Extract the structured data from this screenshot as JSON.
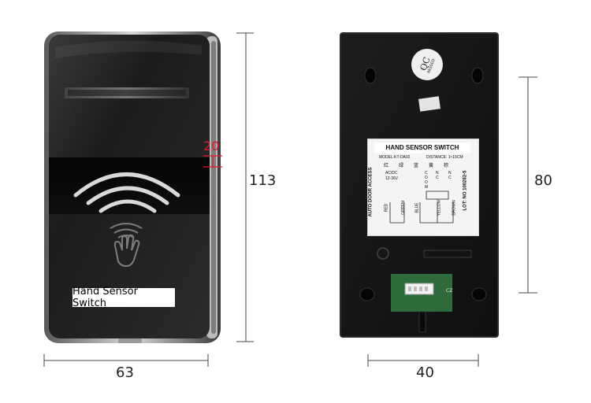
{
  "dimensions": {
    "front_height": "113",
    "front_width": "63",
    "sensor_zone": "20",
    "back_height": "80",
    "back_width": "40"
  },
  "front": {
    "label": "Hand Sensor Switch"
  },
  "back": {
    "qc_sticker": {
      "top": "QC",
      "bottom": "PASSED"
    },
    "label": {
      "title": "HAND SENSOR SWITCH",
      "model": "MODEL:KT-DA02",
      "distance": "DISTANCE: 1≈15CM",
      "side_left": "AUTO DOOR ACCESS",
      "side_right": "LOT: NO 100262-5",
      "color_cn": [
        "红",
        "绿",
        "蓝",
        "黄",
        "棕"
      ],
      "power": "AC/DC",
      "voltage": "12-36V",
      "terminals": [
        "C",
        "N",
        "N",
        "O",
        "C",
        "O",
        "M",
        "C"
      ],
      "wire_colors": [
        "RED",
        "GREEN",
        "BLUE",
        "YELLOW",
        "BROWN"
      ]
    },
    "pcb_text": "CZ"
  },
  "colors": {
    "body": "#141414",
    "accent": "#e0192a"
  }
}
